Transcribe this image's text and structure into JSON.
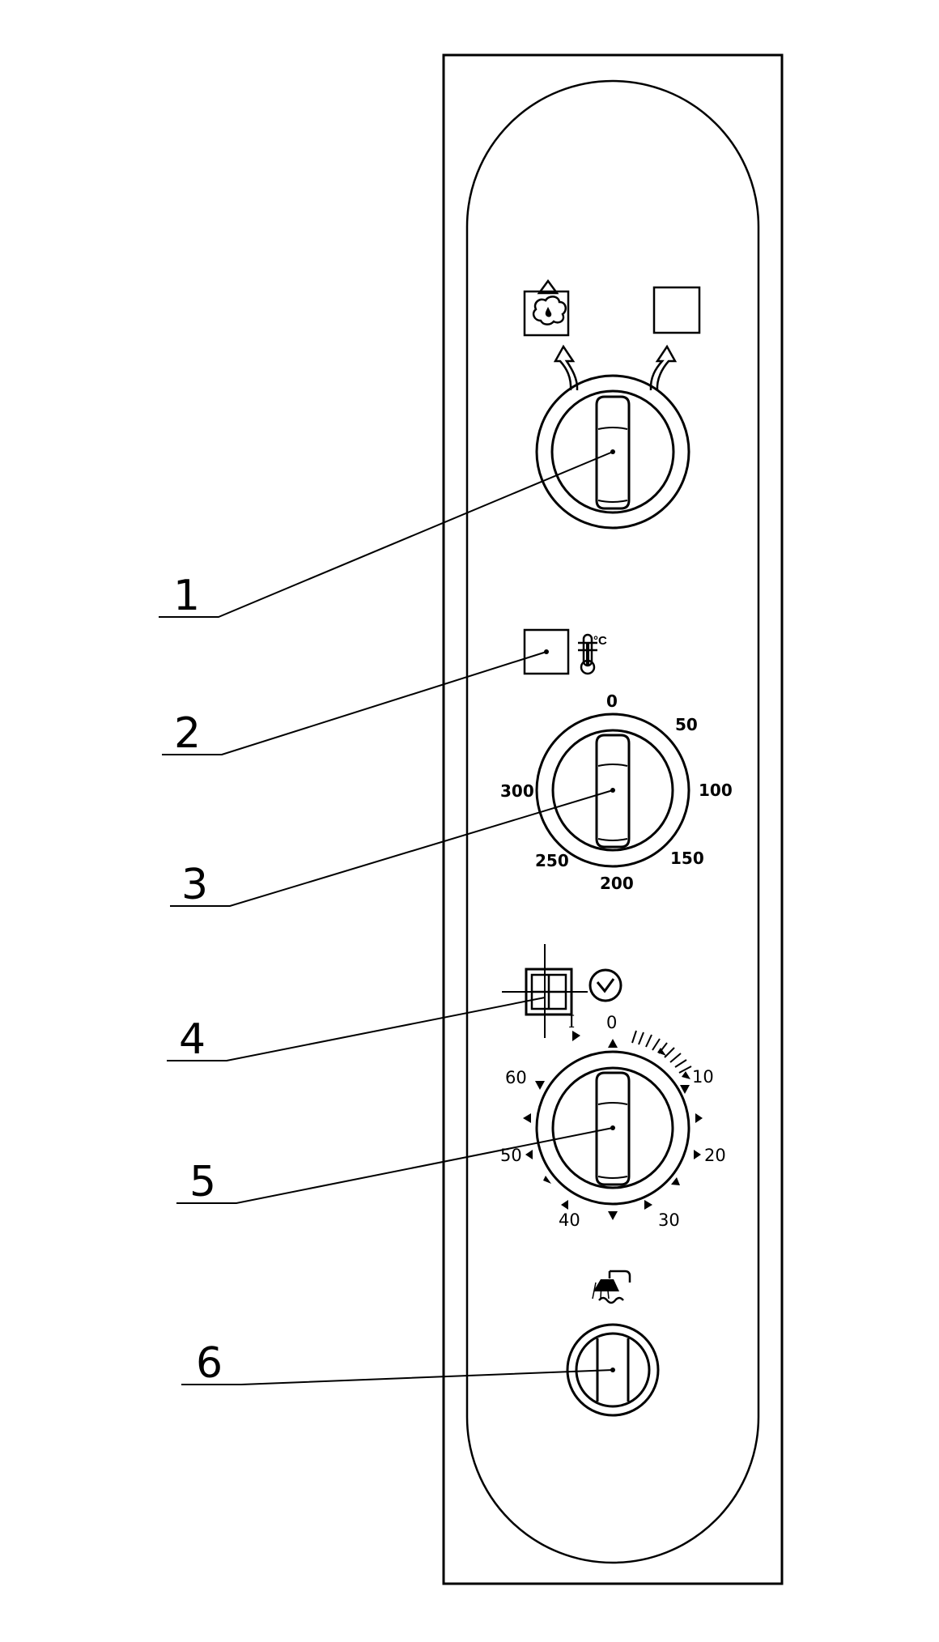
{
  "callouts": [
    "1",
    "2",
    "3",
    "4",
    "5",
    "6"
  ],
  "thermostat_scale": {
    "unit": "°C",
    "labels": [
      "0",
      "50",
      "100",
      "150",
      "200",
      "250",
      "300"
    ]
  },
  "timer_scale": {
    "marks": [
      "I",
      "0"
    ],
    "labels": [
      "10",
      "20",
      "30",
      "40",
      "50",
      "60"
    ]
  },
  "icons": {
    "steam_indicator": "steam-cloud-icon",
    "thermostat_indicator": "thermometer-celsius-icon",
    "timer_indicator": "clock-icon",
    "water_valve": "shower-water-icon"
  }
}
